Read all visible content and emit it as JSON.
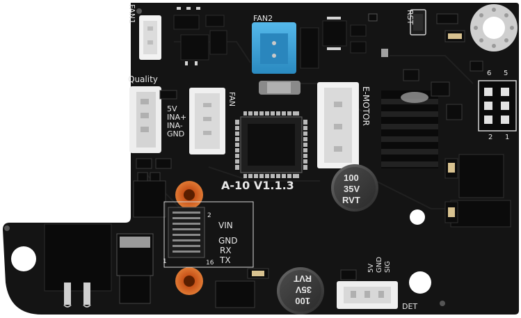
{
  "board": {
    "version": "A-10 V1.1.3",
    "colors": {
      "pcb": "#141414",
      "silk": "#e8e8e8",
      "fan2_connector": "#3aa3d8",
      "mount_hole_ring": "#cfcfcf"
    }
  },
  "silkscreen": {
    "fan1": "FAN1",
    "fan2": "FAN2",
    "fan": "FAN",
    "rst": "RST",
    "quality": "Quality",
    "quality_pins": [
      "5V",
      "INA+",
      "INA-",
      "GND"
    ],
    "emotor": "E-MOTOR",
    "uart_pins": [
      "VIN",
      "GND",
      "RX",
      "TX"
    ],
    "uart_pin_numbers": [
      "2",
      "1",
      "16"
    ],
    "det": "DET",
    "det_pins": [
      "SIG",
      "GND",
      "5V"
    ],
    "header_pins": [
      "6",
      "5",
      "2",
      "1"
    ]
  },
  "capacitors": [
    {
      "value": "100",
      "voltage": "35V",
      "series": "RVT"
    },
    {
      "value": "100",
      "voltage": "35V",
      "series": "RVT"
    }
  ]
}
